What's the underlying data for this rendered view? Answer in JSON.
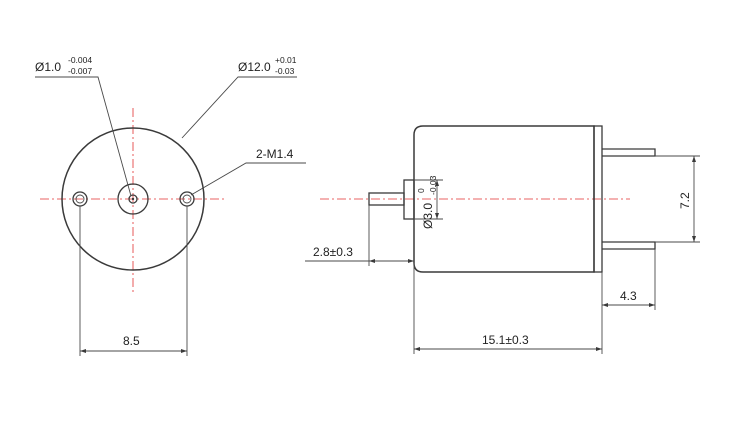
{
  "front_view": {
    "shaft_diameter": "Ø1.0",
    "shaft_tol_upper": "-0.004",
    "shaft_tol_lower": "-0.007",
    "body_diameter": "Ø12.0",
    "body_tol_upper": "+0.01",
    "body_tol_lower": "-0.03",
    "mount_holes": "2-M1.4",
    "hole_spacing": "8.5"
  },
  "side_view": {
    "boss_diameter": "Ø3.0",
    "boss_tol_upper": "0",
    "boss_tol_lower": "-0.03",
    "shaft_length": "2.8±0.3",
    "body_length": "15.1±0.3",
    "terminal_height": "7.2",
    "terminal_length": "4.3"
  },
  "colors": {
    "outline": "#3a3a3a",
    "centerline": "#e23030",
    "text": "#222222"
  }
}
